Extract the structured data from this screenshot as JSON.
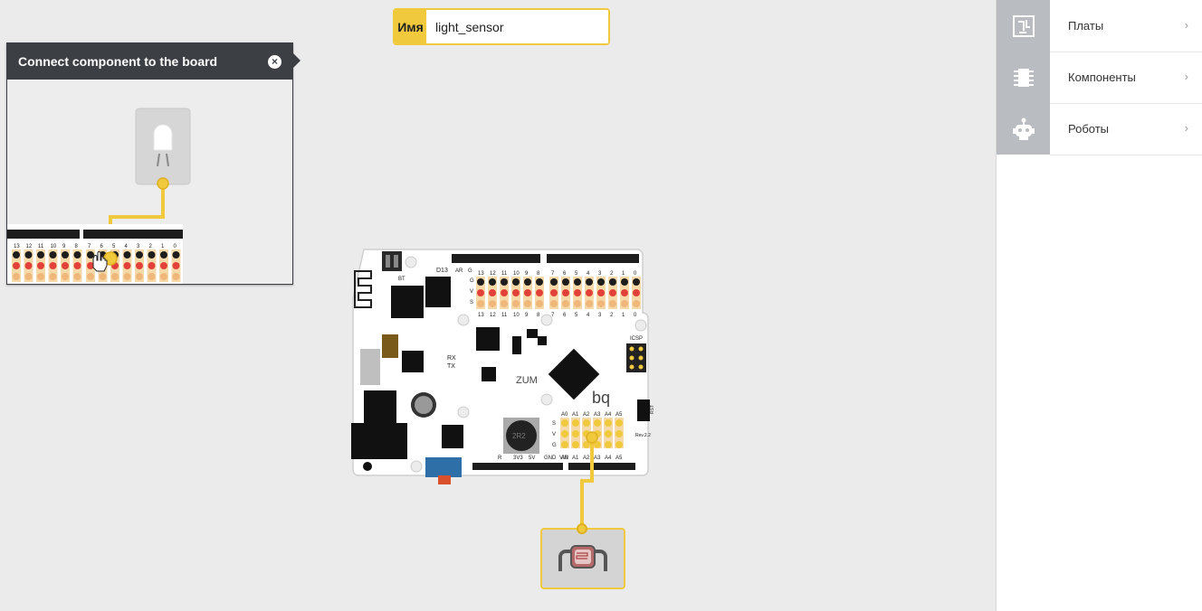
{
  "name_field": {
    "label": "Имя",
    "value": "light_sensor"
  },
  "help_popup": {
    "title": "Connect component to the board",
    "close_icon": "close-icon",
    "pin_labels": [
      "13",
      "12",
      "11",
      "10",
      "9",
      "8",
      "7",
      "6",
      "5",
      "4",
      "3",
      "2",
      "1",
      "0"
    ]
  },
  "sidebar": {
    "items": [
      {
        "label": "Платы",
        "icon": "board-icon"
      },
      {
        "label": "Компоненты",
        "icon": "chip-icon"
      },
      {
        "label": "Роботы",
        "icon": "robot-icon"
      }
    ]
  },
  "board": {
    "name": "ZUM",
    "brand": "bq",
    "labels": {
      "d13": "D13",
      "bt": "BT",
      "ar": "AR",
      "g": "G",
      "icsp": "ICSP",
      "rst": "RST",
      "rx": "RX",
      "tx": "TX",
      "version": "Rev.2.2",
      "power": [
        "R",
        "3V3",
        "5V",
        "GND",
        "VIN"
      ],
      "row_s": "S",
      "row_v": "V",
      "row_g": "G"
    },
    "digital_pins": [
      "13",
      "12",
      "11",
      "10",
      "9",
      "8"
    ],
    "digital_pins_2": [
      "7",
      "6",
      "5",
      "4",
      "3",
      "2",
      "1",
      "0"
    ],
    "analog_pins": [
      "A0",
      "A1",
      "A2",
      "A3",
      "A4",
      "A5"
    ]
  },
  "colors": {
    "accent": "#f0c93c",
    "dark": "#3c3f44",
    "sidebar_icon_bg": "#b9bcc0",
    "canvas": "#ebebeb"
  }
}
